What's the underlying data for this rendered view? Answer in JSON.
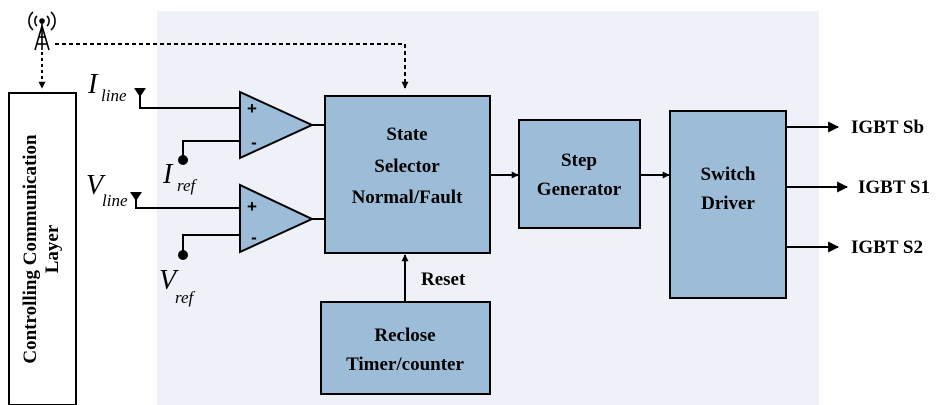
{
  "colors": {
    "panel_bg": "#eef2f8",
    "block_fill": "#9dbcd8",
    "stroke": "#000000"
  },
  "icons": {
    "antenna": "antenna-icon"
  },
  "side_block": {
    "line1": "Controlling Communication",
    "line2": "Layer"
  },
  "inputs": {
    "i_line": {
      "symbol": "I",
      "subscript": "line"
    },
    "i_ref": {
      "symbol": "I",
      "subscript": "ref"
    },
    "v_line": {
      "symbol": "V",
      "subscript": "line"
    },
    "v_ref": {
      "symbol": "V",
      "subscript": "ref"
    }
  },
  "comparators": {
    "plus": "+",
    "minus": "-"
  },
  "blocks": {
    "state_selector": {
      "line1": "State",
      "line2": "Selector",
      "line3": "Normal/Fault"
    },
    "step_generator": {
      "line1": "Step",
      "line2": "Generator"
    },
    "switch_driver": {
      "line1": "Switch",
      "line2": "Driver"
    },
    "reclose_timer": {
      "line1": "Reclose",
      "line2": "Timer/counter"
    }
  },
  "reset_label": "Reset",
  "outputs": {
    "igbt_sb": "IGBT Sb",
    "igbt_s1": "IGBT S1",
    "igbt_s2": "IGBT S2"
  }
}
